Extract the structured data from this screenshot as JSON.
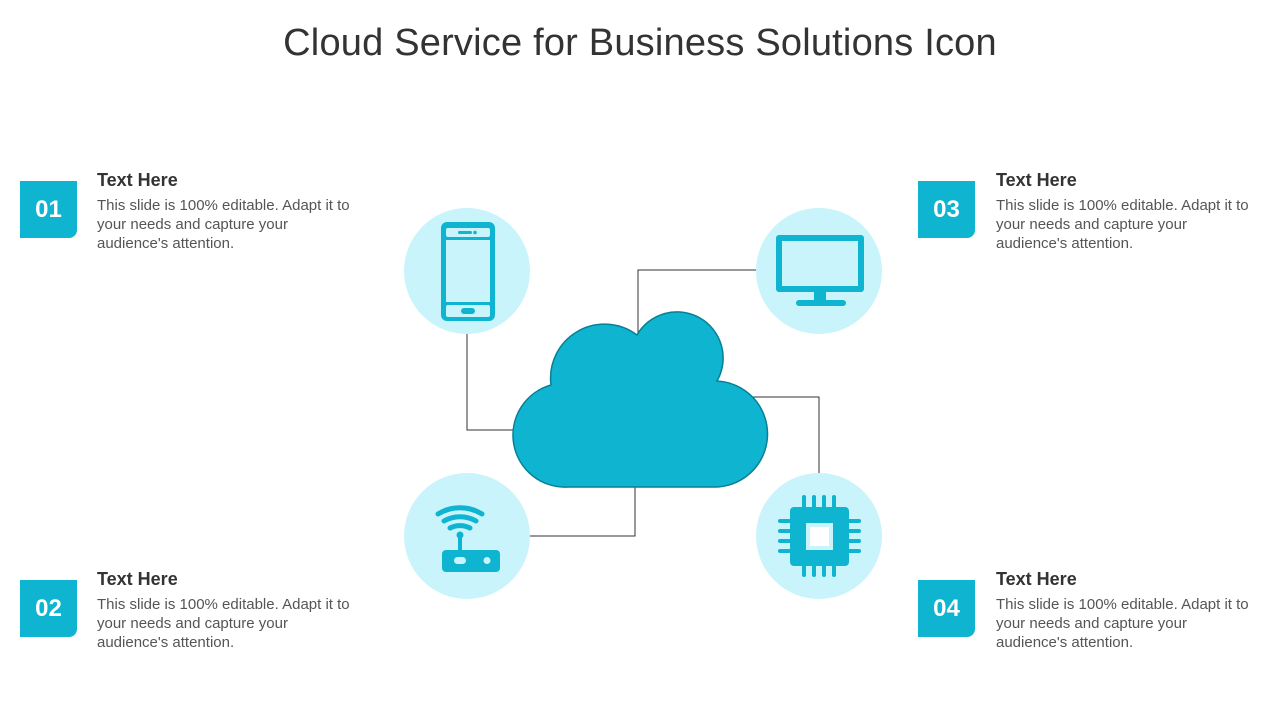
{
  "title": "Cloud Service for Business Solutions Icon",
  "colors": {
    "accent": "#0eb4d0",
    "circle_fill": "#c9f4fb",
    "connector": "#333333"
  },
  "items": [
    {
      "number": "01",
      "heading": "Text Here",
      "body": "This slide is 100% editable. Adapt it to your needs and capture your audience's attention.",
      "icon": "smartphone-icon"
    },
    {
      "number": "02",
      "heading": "Text Here",
      "body": "This slide is 100% editable. Adapt it to your needs and capture your audience's attention.",
      "icon": "wifi-router-icon"
    },
    {
      "number": "03",
      "heading": "Text Here",
      "body": "This slide is 100% editable. Adapt it to your needs and capture your audience's attention.",
      "icon": "monitor-icon"
    },
    {
      "number": "04",
      "heading": "Text Here",
      "body": "This slide is 100% editable. Adapt it to your needs and capture your audience's attention.",
      "icon": "microchip-icon"
    }
  ],
  "center_icon": "cloud-icon"
}
